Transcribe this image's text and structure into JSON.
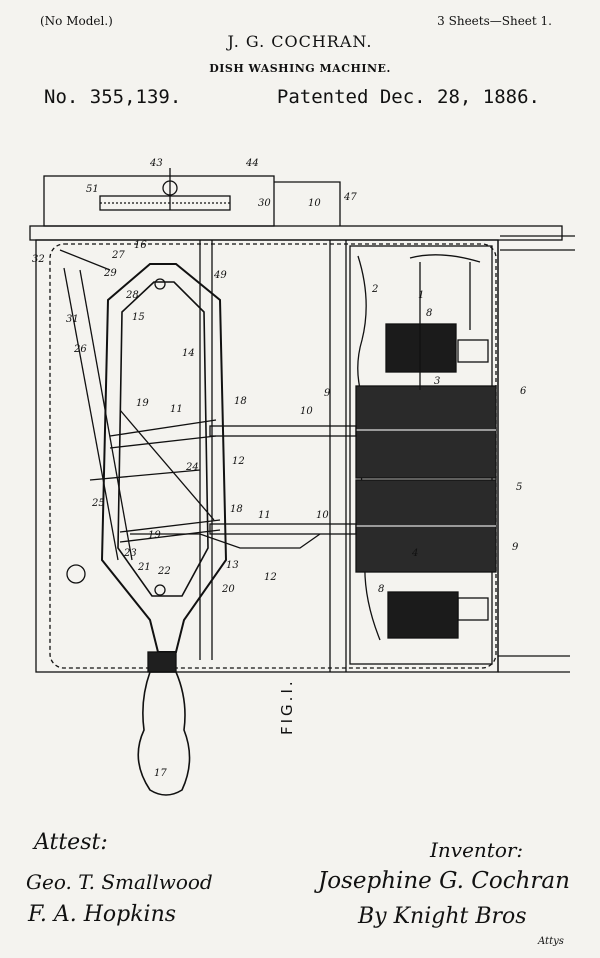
{
  "header": {
    "model": "(No Model.)",
    "sheets": "3 Sheets—Sheet 1.",
    "inventor_name": "J. G. COCHRAN.",
    "title": "DISH WASHING MACHINE.",
    "patent_number": "No. 355,139.",
    "patent_date": "Patented Dec. 28, 1886."
  },
  "figure": {
    "label": "FIG.I.",
    "reference_numerals": [
      "1",
      "2",
      "3",
      "4",
      "5",
      "6",
      "8",
      "9",
      "10",
      "11",
      "12",
      "13",
      "14",
      "15",
      "16",
      "17",
      "18",
      "19",
      "20",
      "21",
      "22",
      "23",
      "24",
      "25",
      "26",
      "27",
      "28",
      "29",
      "30",
      "31",
      "32",
      "43",
      "44",
      "47",
      "49",
      "51"
    ]
  },
  "signatures": {
    "attest_label": "Attest:",
    "witness_1": "Geo. T. Smallwood",
    "witness_2": "F. A. Hopkins",
    "inventor_label": "Inventor:",
    "inventor_signature": "Josephine G. Cochran",
    "by_line": "By Knight Bros",
    "attorneys_label": "Attys"
  }
}
